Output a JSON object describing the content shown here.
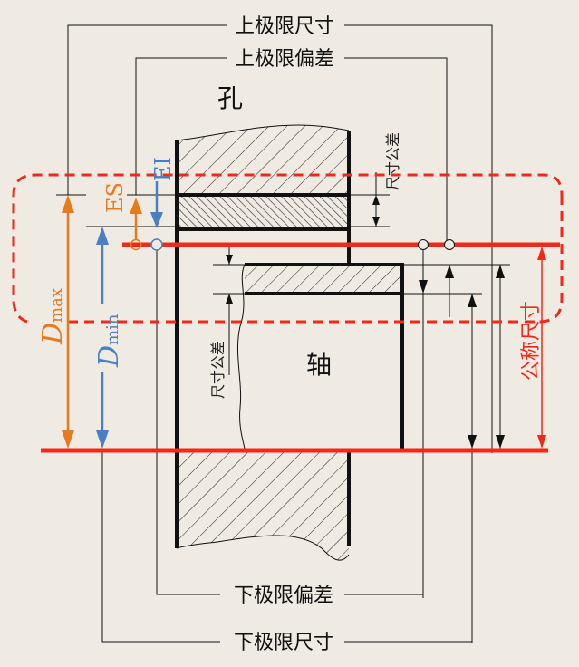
{
  "colors": {
    "background": "#efebe3",
    "zero_line": "#f02a1a",
    "dashed_zone": "#ee2a1a",
    "orange": "#e87a1e",
    "blue": "#4a7fc4",
    "black": "#111111"
  },
  "labels": {
    "upper_limit_size": "上极限尺寸",
    "upper_deviation": "上极限偏差",
    "hole": "孔",
    "shaft": "轴",
    "hole_tolerance": "尺寸公差",
    "shaft_tolerance": "尺寸公差",
    "es": "ES",
    "ei": "EI",
    "dmax_main": "D",
    "dmax_sub": "max",
    "dmin_main": "D",
    "dmin_sub": "min",
    "nominal_size": "公称尺寸",
    "lower_deviation": "下极限偏差",
    "lower_limit_size": "下极限尺寸"
  }
}
